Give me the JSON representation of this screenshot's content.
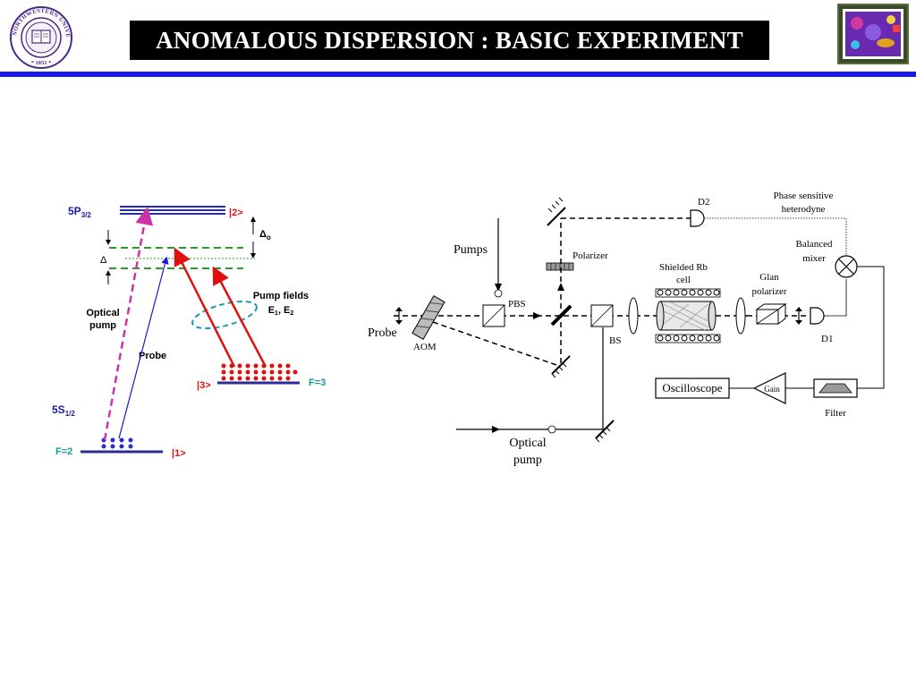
{
  "slide": {
    "title": "ANOMALOUS DISPERSION : BASIC EXPERIMENT"
  },
  "seal": {
    "text": "NORTHWESTERN UNIVERSITY 1851"
  },
  "energy_diagram": {
    "level_5p": "5P",
    "level_5p_sub": "3/2",
    "level_5s": "5S",
    "level_5s_sub": "1/2",
    "ket2": "|2>",
    "ket3": "|3>",
    "ket1": "|1>",
    "f3": "F=3",
    "f2": "F=2",
    "delta_o": "Δ",
    "delta_o_sub": "o",
    "delta": "Δ",
    "optical_pump_1": "Optical",
    "optical_pump_2": "pump",
    "probe": "Probe",
    "pump_fields_1": "Pump fields",
    "pump_fields_2a": "E",
    "pump_fields_2b": "1",
    "pump_fields_2c": ", E",
    "pump_fields_2d": "2"
  },
  "setup": {
    "pumps": "Pumps",
    "probe": "Probe",
    "aom": "AOM",
    "pbs": "PBS",
    "polarizer": "Polarizer",
    "bs": "BS",
    "shielded_1": "Shielded Rb",
    "shielded_2": "cell",
    "glan_1": "Glan",
    "glan_2": "polarizer",
    "d1": "D1",
    "d2": "D2",
    "phase_1": "Phase sensitive",
    "phase_2": "heterodyne",
    "balanced_1": "Balanced",
    "balanced_2": "mixer",
    "oscilloscope": "Oscilloscope",
    "gain": "Gain",
    "filter": "Filter",
    "optical_pump_1": "Optical",
    "optical_pump_2": "pump"
  },
  "colors": {
    "title_bg": "#000000",
    "rule": "#1a1adf",
    "level_blue": "#2b2b9a",
    "label_blue": "#1a1aa0",
    "ket_red": "#e01010",
    "f_teal": "#1a9a9a",
    "pump_green": "#2a9a2a",
    "probe_pink": "#cc33aa",
    "arrow_red": "#e01010"
  }
}
